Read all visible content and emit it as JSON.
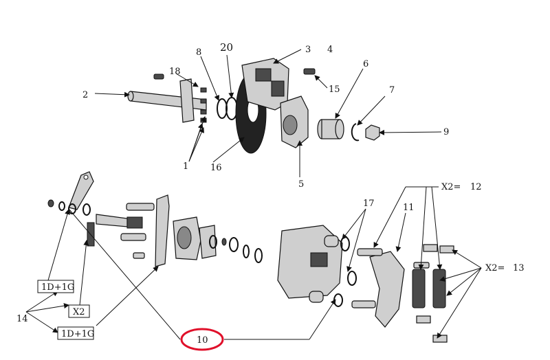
{
  "labels": {
    "l1": "1",
    "l2": "2",
    "l3": "3",
    "l4": "4",
    "l5": "5",
    "l6": "6",
    "l7": "7",
    "l8": "8",
    "l9": "9",
    "l10": "10",
    "l11": "11",
    "l12": "12",
    "l13": "13",
    "l14": "14",
    "l15": "15",
    "l16": "16",
    "l17": "17",
    "l18": "18",
    "l20": "20"
  },
  "qty": {
    "x2_12": "X2=",
    "x2_13": "X2="
  },
  "boxes": {
    "top": "1D+1G",
    "middle": "X2",
    "bottom": "1D+1G"
  },
  "colors": {
    "highlight": "#e0102a",
    "ink": "#111111"
  }
}
